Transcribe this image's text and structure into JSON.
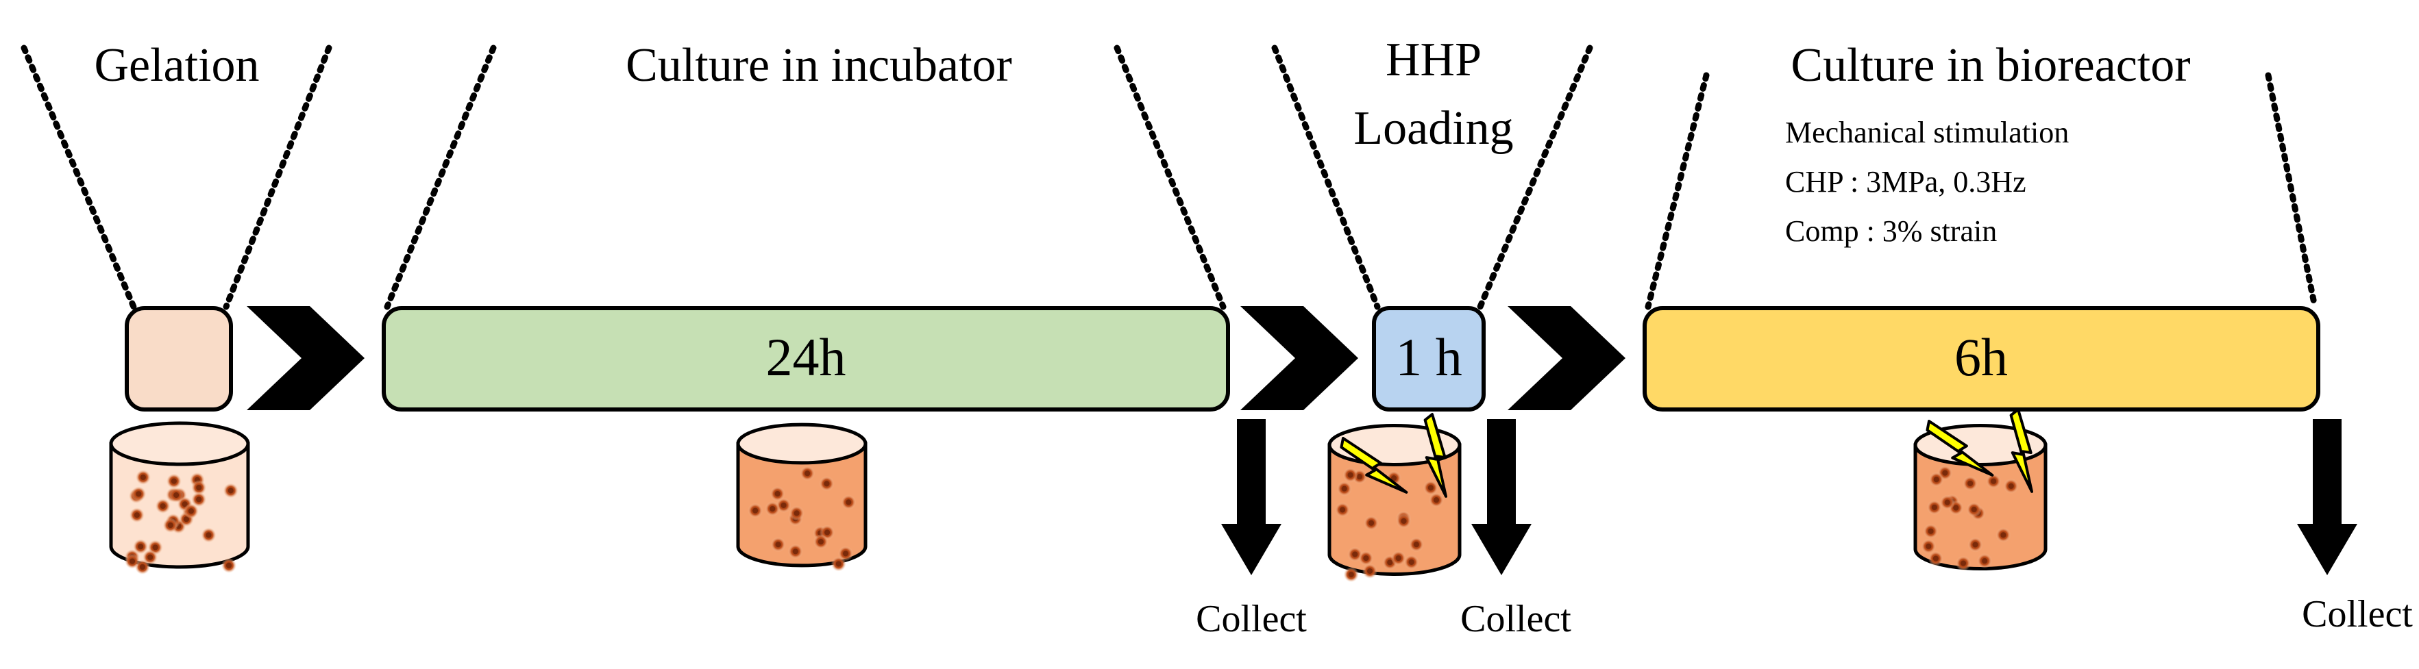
{
  "stages": {
    "gelation": {
      "title": "Gelation",
      "box_color": "#f9dcc8"
    },
    "incubator": {
      "title": "Culture in incubator",
      "duration": "24h",
      "box_color": "#c6e0b4"
    },
    "hhp": {
      "title_line1": "HHP",
      "title_line2": "Loading",
      "duration": "1 h",
      "box_color": "#b8d3f0"
    },
    "bioreactor": {
      "title": "Culture in bioreactor",
      "duration": "6h",
      "box_color": "#ffd966",
      "stimulation": {
        "heading": "Mechanical stimulation",
        "chp": "CHP : 3MPa, 0.3Hz",
        "comp": "Comp : 3% strain"
      }
    }
  },
  "collect_labels": [
    "Collect",
    "Collect",
    "Collect"
  ],
  "icons": {
    "chevron": "chevron-right-icon",
    "down_arrow": "down-arrow-icon",
    "scaffold": "cylinder-scaffold-icon",
    "lightning": "lightning-bolt-icon"
  },
  "colors": {
    "scaffold_light": "#fde2d0",
    "scaffold_dark": "#f4a16e",
    "cell_dot": "#7a2a0a",
    "bolt": "#ffff00"
  }
}
